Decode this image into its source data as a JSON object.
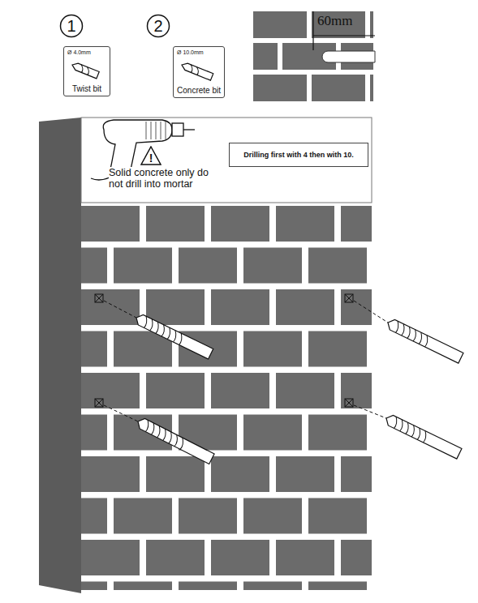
{
  "diagram": {
    "nodes": [
      {
        "text": [
          "1"
        ]
      },
      {
        "text": [
          "Ø 4.0mm",
          "Twist bit"
        ]
      },
      {
        "text": [
          "2"
        ]
      },
      {
        "text": [
          "Ø 10.0mm",
          "Concrete bit"
        ]
      },
      {
        "text": [
          "!"
        ]
      },
      {
        "text": [
          "Drilling first with 4 then with 10."
        ]
      }
    ],
    "labels": [
      "60mm",
      "Solid concrete only do not drill into mortar"
    ]
  }
}
